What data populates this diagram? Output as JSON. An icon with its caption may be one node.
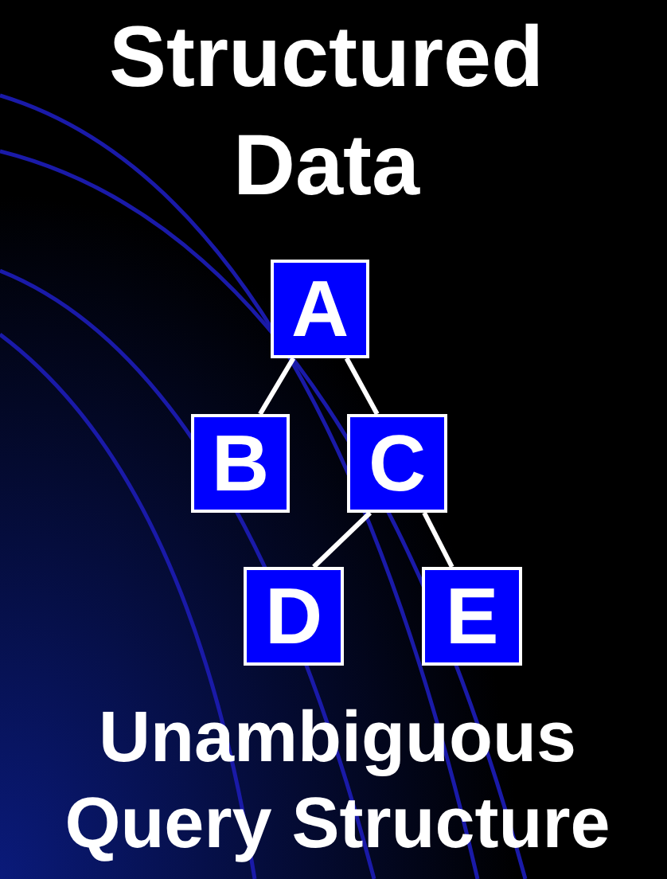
{
  "diagram": {
    "title": "Structured Data",
    "caption": "Unambiguous Query Structure",
    "nodes": [
      {
        "text": [
          "A"
        ]
      },
      {
        "text": [
          "B"
        ]
      },
      {
        "text": [
          "C"
        ]
      },
      {
        "text": [
          "D"
        ]
      },
      {
        "text": [
          "E"
        ]
      }
    ],
    "edges": [
      {
        "from": 0,
        "to": 1,
        "arrow": "none"
      },
      {
        "from": 0,
        "to": 2,
        "arrow": "none"
      },
      {
        "from": 2,
        "to": 3,
        "arrow": "none"
      },
      {
        "from": 2,
        "to": 4,
        "arrow": "none"
      }
    ]
  }
}
